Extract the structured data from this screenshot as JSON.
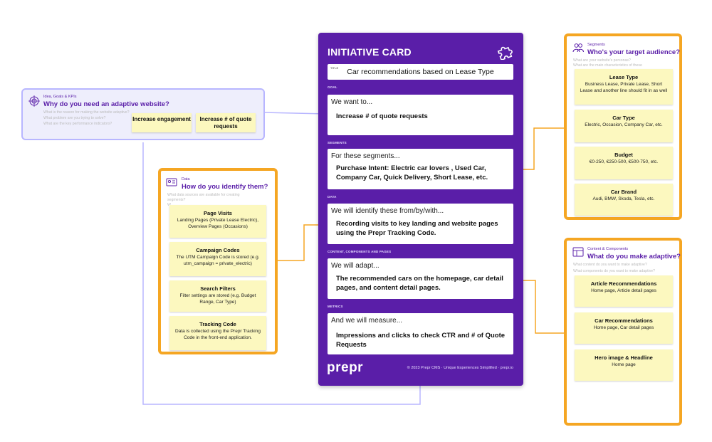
{
  "card": {
    "title": "INITIATIVE CARD",
    "title_label": "TITLE",
    "title_value": "Car recommendations based on Lease Type",
    "goal_label": "GOAL",
    "goal_lead": "We want to...",
    "goal_body": "Increase # of quote requests",
    "segments_label": "SEGMENTS",
    "segments_lead": "For these segments...",
    "segments_body": "Purchase Intent: Electric car lovers , Used Car, Company Car, Quick Delivery, Short Lease, etc.",
    "data_label": "DATA",
    "data_lead": "We will identify these from/by/with...",
    "data_body": "Recording visits to key landing and website pages using the Prepr Tracking Code.",
    "content_label": "CONTENT, COMPONENTS AND PAGES",
    "content_lead": "We will adapt...",
    "content_body": "The recommended cars on the homepage, car detail pages, and content detail pages.",
    "metrics_label": "METRICS",
    "metrics_lead": "And we will measure...",
    "metrics_body": "Impressions and clicks to check CTR and # of Quote Requests",
    "logo": "prepr",
    "footer": "© 2023 Prepr CMS · Unique Experiences Simplified · prepr.io"
  },
  "idea_panel": {
    "kicker": "Idea, Goals & KPIs",
    "heading": "Why do you need an adaptive website?",
    "questions": [
      "What is the reason for making the website adaptive?",
      "What problem are you trying to solve?",
      "What are the key performance indicators?"
    ],
    "stickies": [
      {
        "title": "Increase engagement"
      },
      {
        "title": "Increase # of quote requests"
      }
    ]
  },
  "data_panel": {
    "kicker": "Data",
    "heading": "How do you identify them?",
    "questions": [
      "What data sources are available for creating",
      "segments?",
      "W"
    ],
    "stickies": [
      {
        "title": "Page Visits",
        "body": "Landing Pages (Private Lease Electric), Overview Pages (Occasions)"
      },
      {
        "title": "Campaign Codes",
        "body": "The UTM Campaign Code is stored (e.g. utm_campaign = private_electric)"
      },
      {
        "title": "Search Filters",
        "body": "Filter settings are stored (e.g. Budget Range, Car Type)"
      },
      {
        "title": "Tracking Code",
        "body": "Data is collected using the Prepr Tracking Code in the front-end application."
      }
    ]
  },
  "segments_panel": {
    "kicker": "Segments",
    "heading": "Who's your target audience?",
    "questions": [
      "What are your website's personas?",
      "What are the main characteristics of these"
    ],
    "stickies": [
      {
        "title": "Lease Type",
        "body": "Business Lease, Private Lease, Short Lease and another line should fit in as well"
      },
      {
        "title": "Car Type",
        "body": "Electric, Occasion, Company Car, etc."
      },
      {
        "title": "Budget",
        "body": "€0-250, €250-500, €500-750, etc."
      },
      {
        "title": "Car Brand",
        "body": "Audi, BMW, Skoda, Tesla, etc."
      }
    ]
  },
  "content_panel": {
    "kicker": "Content & Components",
    "heading": "What do you make adaptive?",
    "questions": [
      "What content do you want to make adaptive?",
      "What components do you want to make adaptive?"
    ],
    "stickies": [
      {
        "title": "Article Recommendations",
        "body": "Home page, Article detail pages"
      },
      {
        "title": "Car Recommendations",
        "body": "Home page, Car detail pages"
      },
      {
        "title": "Hero image & Headline",
        "body": "Home page"
      }
    ]
  },
  "colors": {
    "card_purple": "#5a1ea8",
    "accent_orange": "#f5a623",
    "panel_blue": "#b8b6ff",
    "sticky_yellow": "#fcf8bf"
  }
}
